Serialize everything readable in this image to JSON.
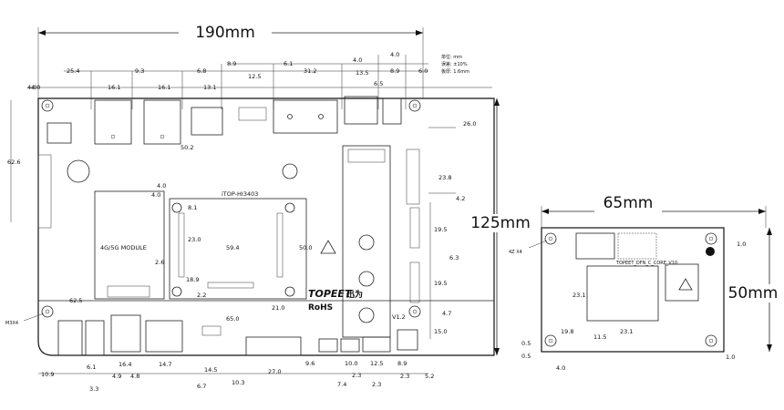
{
  "main_board": {
    "overall_width": "190mm",
    "overall_height": "125mm",
    "top_dims": [
      "4.0",
      "25.4",
      "16.1",
      "9.3",
      "16.1",
      "6.8",
      "13.1",
      "8.9",
      "12.5",
      "6.1",
      "31.2",
      "4.0",
      "13.5",
      "6.5",
      "4.0",
      "8.9",
      "6.0"
    ],
    "side_dims": [
      "4.0",
      "62.6",
      "26.0",
      "23.8",
      "4.2",
      "19.5",
      "6.3",
      "19.5",
      "4.7",
      "15.0",
      "50.2",
      "4.0",
      "4.0",
      "8.1",
      "23.0",
      "59.4",
      "50.0",
      "2.6",
      "18.9",
      "2.2",
      "21.0",
      "62.5",
      "65.0"
    ],
    "bottom_dims": [
      "10.9",
      "6.1",
      "3.3",
      "4.9",
      "16.4",
      "4.8",
      "14.7",
      "6.7",
      "14.5",
      "10.3",
      "27.0",
      "9.6",
      "7.4",
      "10.0",
      "2.3",
      "12.5",
      "2.3",
      "8.9",
      "5.2",
      "2.3"
    ],
    "hole_label": "M3X4",
    "module_label": "4G/5G MODULE",
    "som_label": "iTOP-HI3403",
    "brand": "TOPEET",
    "brand_cn": "迅为",
    "rohs": "RoHS",
    "version": "V1.2",
    "unit_note": [
      "单位: mm",
      "误差: ±10%",
      "板厚: 1.6mm"
    ]
  },
  "core_board": {
    "width": "65mm",
    "height": "50mm",
    "hole_label": "4Z X4",
    "dims": [
      "1.0",
      "23.1",
      "19.8",
      "11.5",
      "23.1",
      "0.5",
      "0.5",
      "4.0",
      "1.0"
    ],
    "silk": "TOPEET_DFN_C_CORE_V10"
  }
}
